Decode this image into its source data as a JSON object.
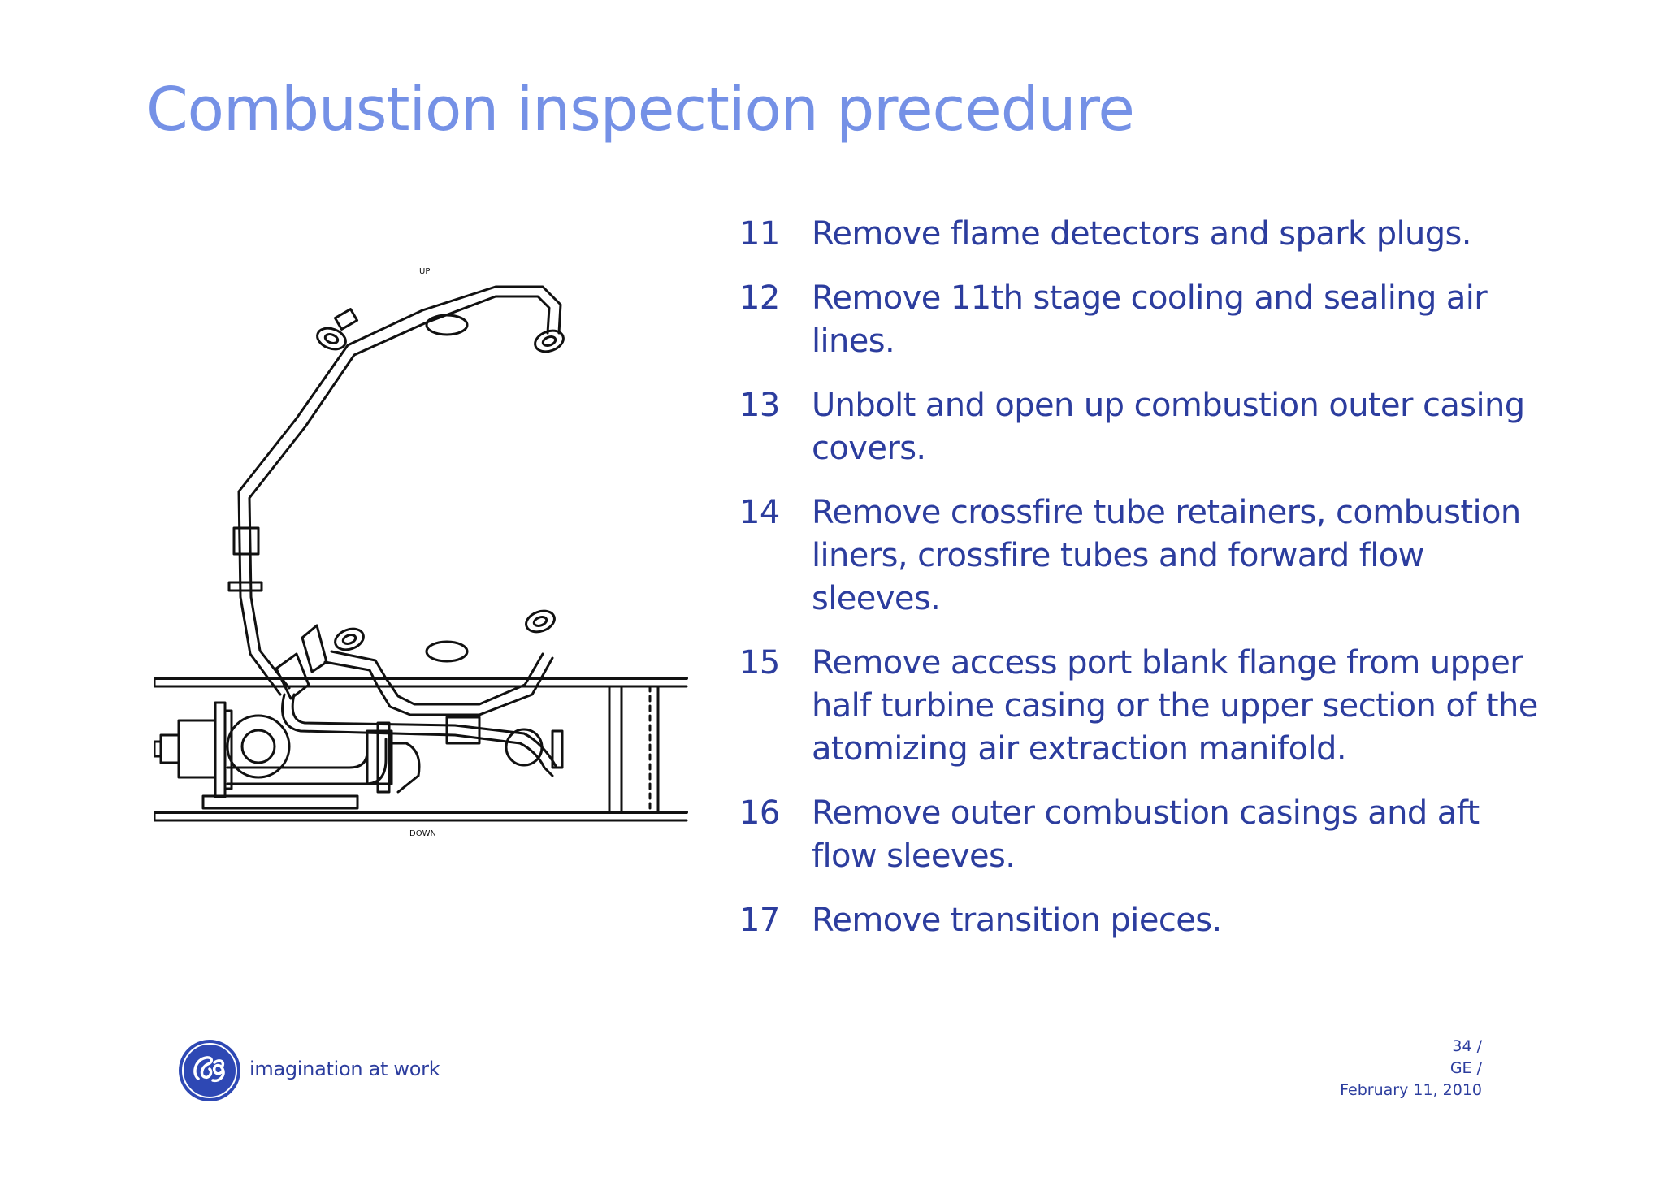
{
  "slide": {
    "title": "Combustion inspection precedure",
    "colors": {
      "title": "#7591e6",
      "text": "#2c3d9e",
      "logo": "#2e48b4"
    }
  },
  "diagram": {
    "label_up": "UP",
    "label_down": "DOWN"
  },
  "steps": [
    {
      "num": "11",
      "text": "Remove flame detectors and spark plugs."
    },
    {
      "num": "12",
      "text": "Remove 11th stage cooling and sealing air lines."
    },
    {
      "num": "13",
      "text": "Unbolt and open up combustion outer casing covers."
    },
    {
      "num": "14",
      "text": "Remove crossfire tube retainers, combustion liners, crossfire tubes and forward flow sleeves."
    },
    {
      "num": "15",
      "text": "Remove access port blank flange from upper half turbine casing or the upper section of the atomizing air extraction manifold."
    },
    {
      "num": "16",
      "text": "Remove outer combustion casings and aft flow sleeves."
    },
    {
      "num": "17",
      "text": "Remove transition pieces."
    }
  ],
  "footer": {
    "tagline": "imagination at work",
    "page": "34 /",
    "company": "GE /",
    "date": "February 11, 2010"
  }
}
